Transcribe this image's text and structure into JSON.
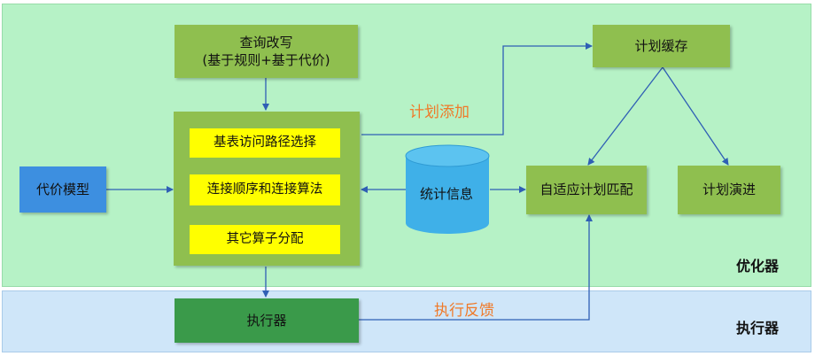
{
  "regions": {
    "optimizer_label": "优化器",
    "executor_label": "执行器"
  },
  "boxes": {
    "query_rewrite": [
      "查询改写",
      "(基于规则+基于代价)"
    ],
    "path_selection": "基表访问路径选择",
    "join_order": "连接顺序和连接算法",
    "other_operators": "其它算子分配",
    "cost_model": "代价模型",
    "statistics": "统计信息",
    "plan_cache": "计划缓存",
    "adaptive_plan": "自适应计划匹配",
    "plan_evolution": "计划演进",
    "executor": "执行器"
  },
  "annotations": {
    "plan_add": "计划添加",
    "exec_feedback": "执行反馈"
  },
  "colors": {
    "optimizer_bg": "#b6f2c6",
    "executor_bg": "#cfe6f9",
    "green_box": "#8fbf4f",
    "yellow_box": "#ffff00",
    "blue_box": "#3d8fe0",
    "executor_box": "#3a9a4a",
    "cylinder": "#3fb0e8",
    "arrow": "#2f5fb5",
    "annotation": "#ef7a2a"
  }
}
